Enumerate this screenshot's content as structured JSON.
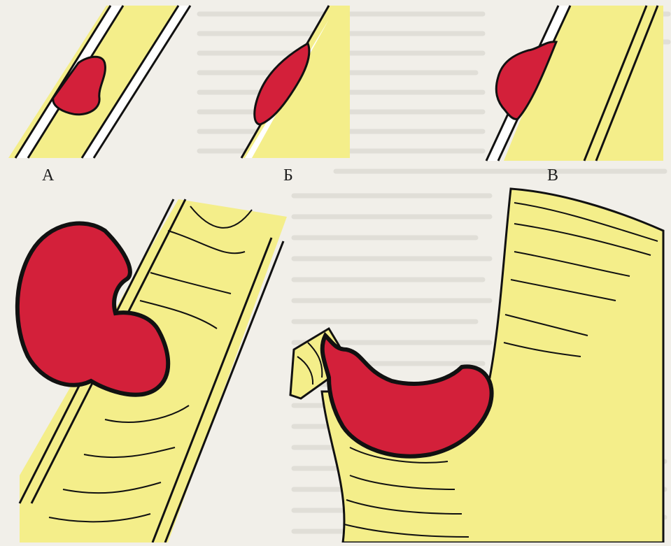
{
  "labels": {
    "a": "А",
    "b": "Б",
    "v": "В"
  },
  "colors": {
    "background": "#f1efe9",
    "vessel_wall": "#f4ee8a",
    "lumen": "#ffffff",
    "aneurysm": "#d3203a",
    "outline": "#111111",
    "ghost_text": "#d8d6cf"
  }
}
